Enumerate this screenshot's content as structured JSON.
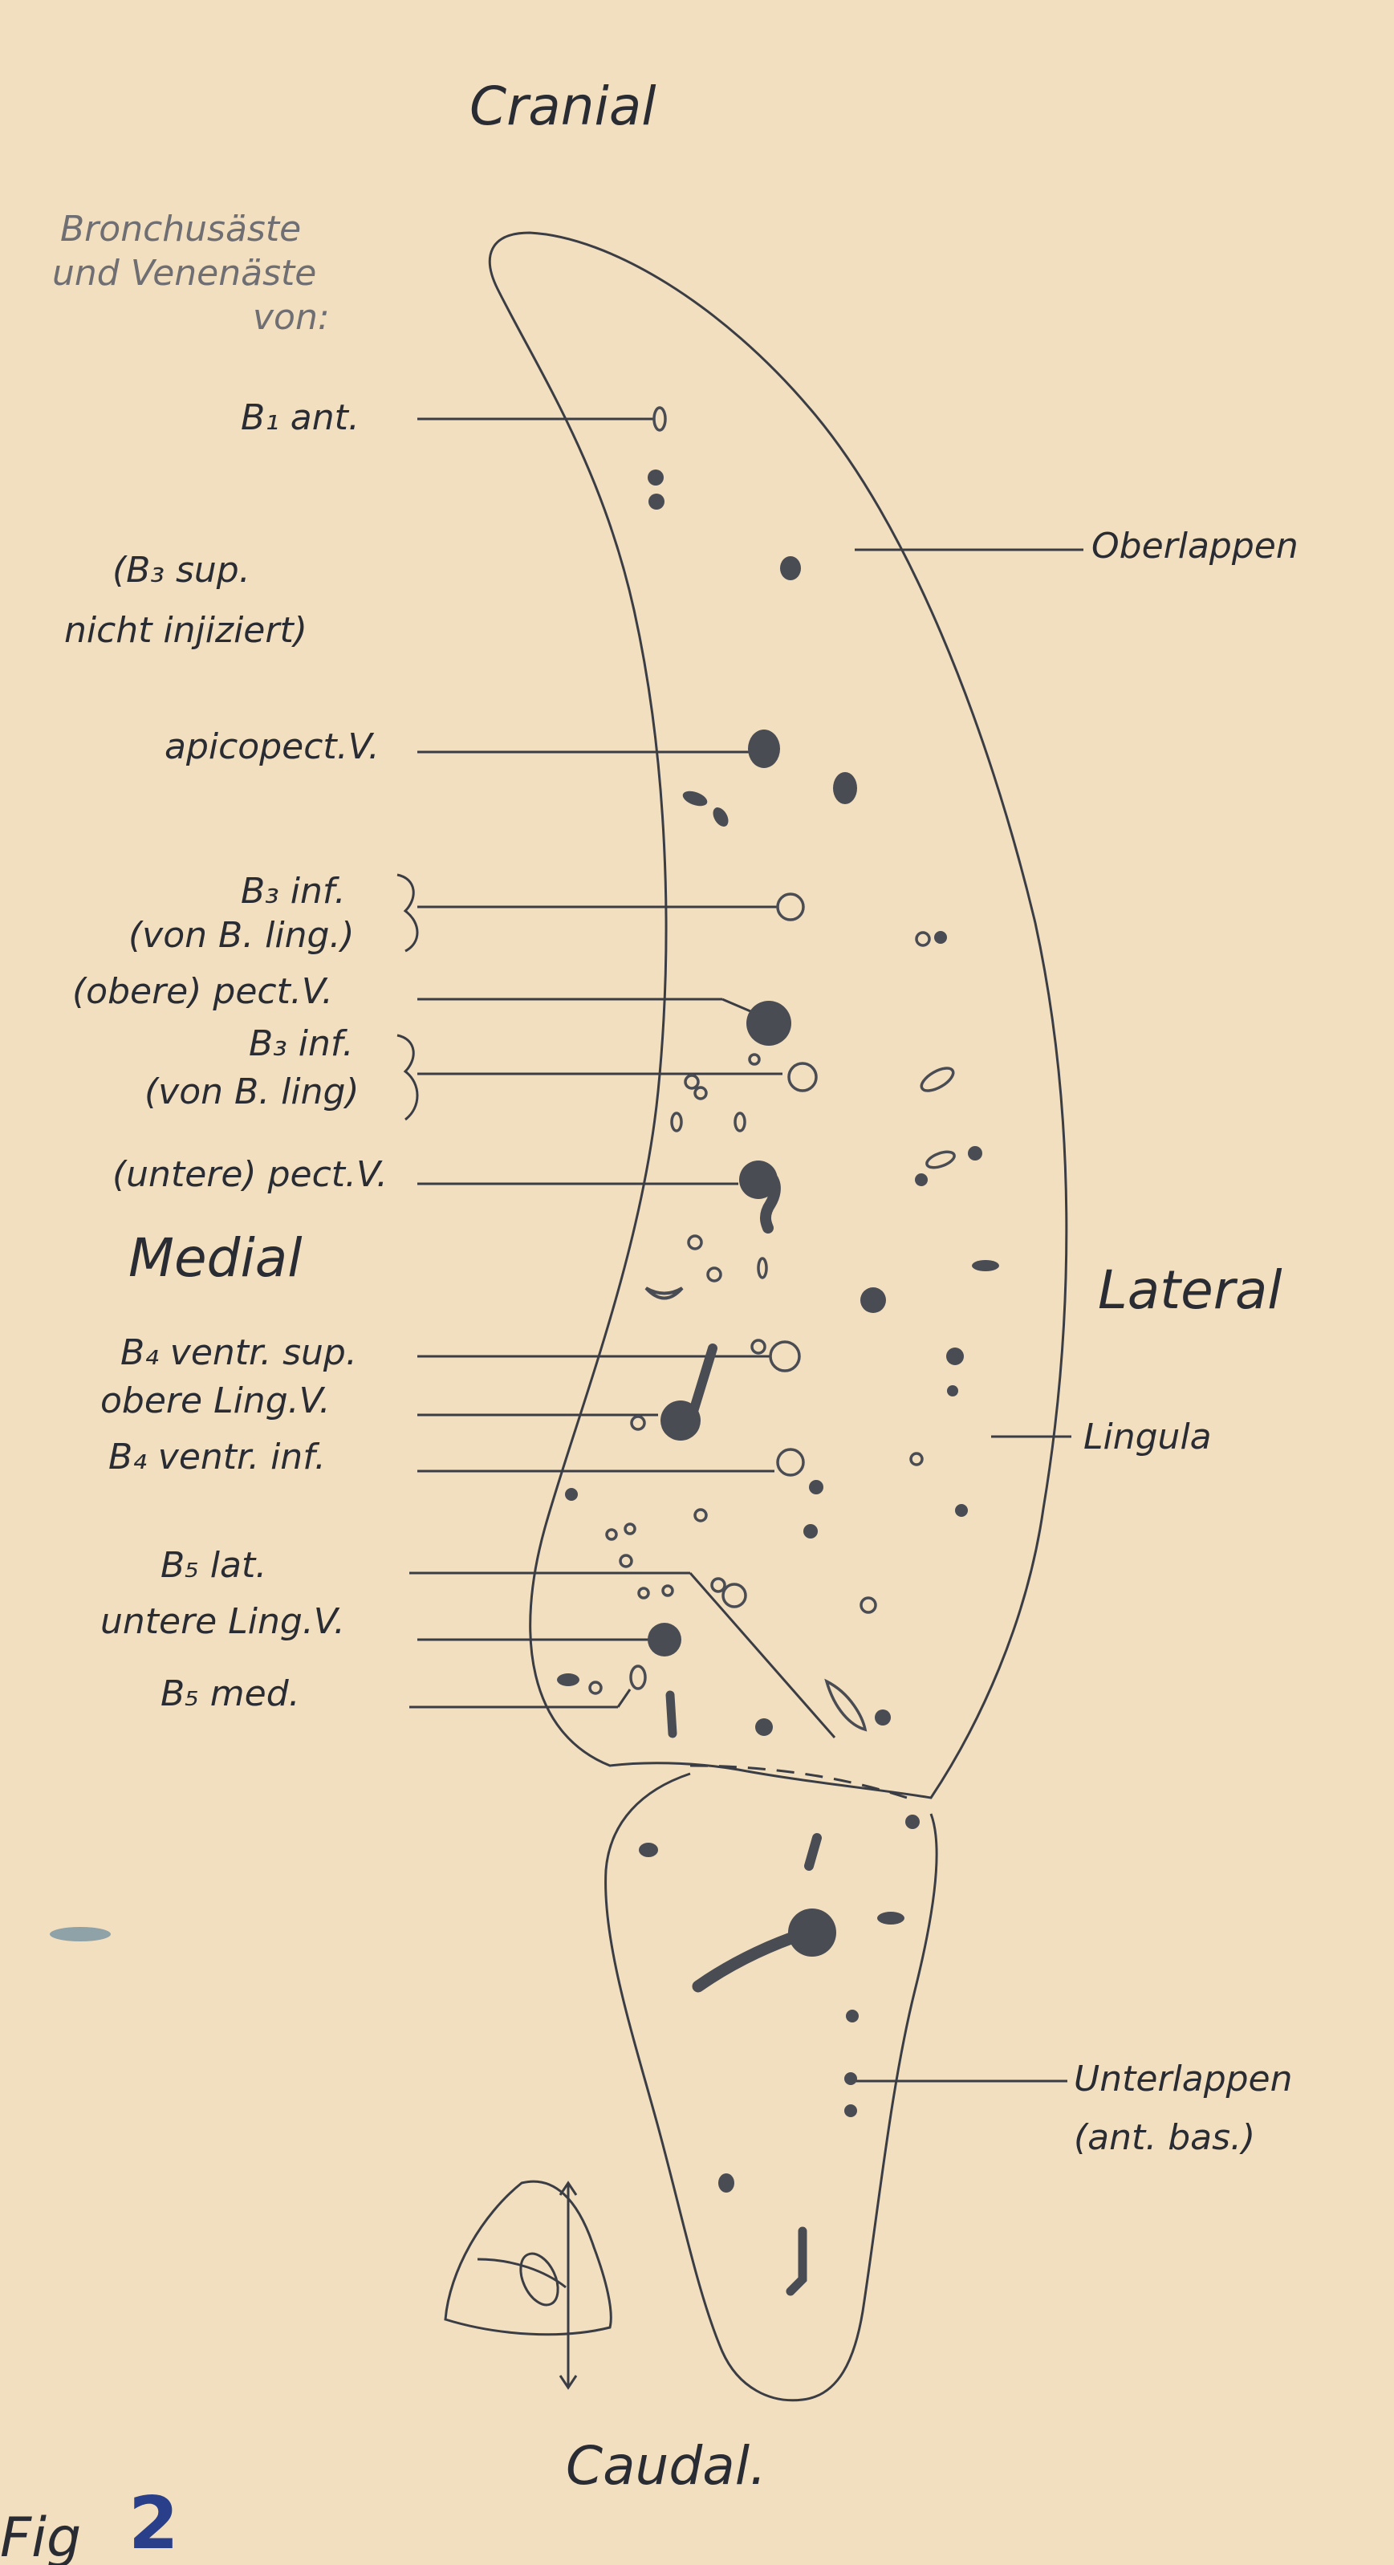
{
  "title_top": "Cranial",
  "title_bottom": "Caudal.",
  "side_medial": "Medial",
  "side_lateral": "Lateral",
  "header": [
    "Bronchusäste",
    "und Venenäste",
    "von:"
  ],
  "left_labels": {
    "b1_ant": "B₁ ant.",
    "b3_sup_1": "(B₃ sup.",
    "b3_sup_2": "nicht injiziert)",
    "apicopect": "apicopect.V.",
    "b3_inf_a1": "B₃ inf.",
    "b3_inf_a2": "(von B. ling.)",
    "obere_pect": "(obere) pect.V.",
    "b3_inf_b1": "B₃ inf.",
    "b3_inf_b2": "(von B. ling)",
    "untere_pect": "(untere) pect.V.",
    "b4_ventr_sup": "B₄ ventr. sup.",
    "obere_ling": "obere Ling.V.",
    "b4_ventr_inf": "B₄ ventr. inf.",
    "b5_lat": "B₅ lat.",
    "untere_ling": "untere Ling.V.",
    "b5_med": "B₅ med."
  },
  "right_labels": {
    "oberlappen": "Oberlappen",
    "lingula": "Lingula",
    "unterlappen_1": "Unterlappen",
    "unterlappen_2": "(ant. bas.)"
  },
  "fig_label": "Fig",
  "fig_number": "2",
  "colors": {
    "paper": "#f2dfbf",
    "ink": "#3b3d45",
    "blue_ink": "#2a3f8a"
  }
}
